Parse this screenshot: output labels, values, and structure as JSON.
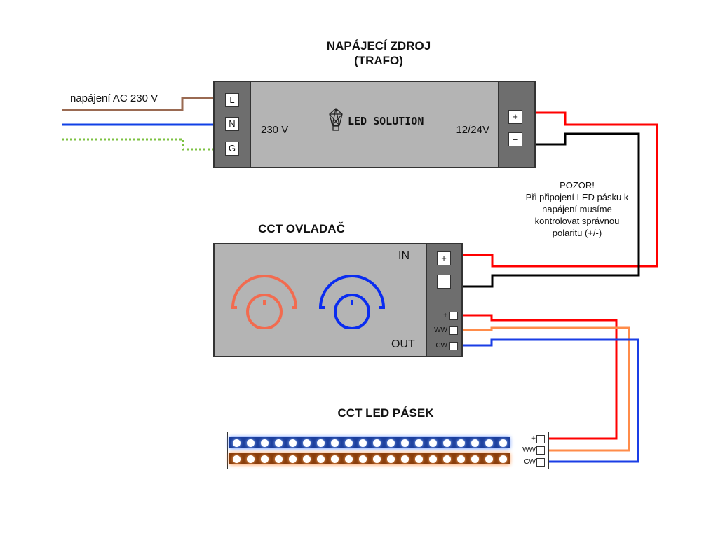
{
  "power_supply": {
    "title_line1": "NAPÁJECÍ ZDROJ",
    "title_line2": "(TRAFO)",
    "input_voltage": "230 V",
    "output_voltage": "12/24V",
    "brand": "LED SOLUTION",
    "input_terminals": [
      "L",
      "N",
      "G"
    ],
    "output_terminals": [
      "+",
      "–"
    ]
  },
  "ac_input_label": "napájení AC 230 V",
  "warning": {
    "line1": "POZOR!",
    "line2": "Při připojení LED pásku k",
    "line3": "napájení musíme",
    "line4": "kontrolovat správnou",
    "line5": "polaritu (+/-)"
  },
  "controller": {
    "title": "CCT OVLADAČ",
    "in_label": "IN",
    "out_label": "OUT",
    "in_terminals": [
      "+",
      "–"
    ],
    "out_terminals": [
      "+",
      "WW",
      "CW"
    ],
    "knob_colors": {
      "warm": "#f26b4f",
      "cold": "#0a2cf0"
    }
  },
  "strip": {
    "title": "CCT LED PÁSEK",
    "terminals": [
      "+",
      "WW",
      "CW"
    ],
    "led_count": 20
  },
  "wire_colors": {
    "live": "#9a6a52",
    "neutral": "#1040e6",
    "ground": "#7cc242",
    "positive": "#ff0000",
    "negative": "#000000",
    "warm_white": "#ff8c4a",
    "cold_white": "#1a3ee6"
  }
}
